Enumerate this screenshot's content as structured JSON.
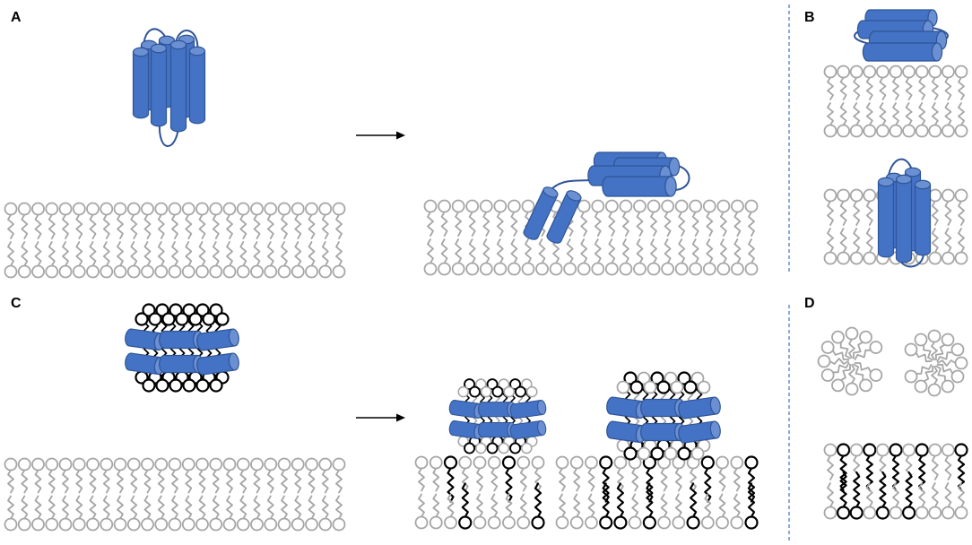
{
  "panels": {
    "a": {
      "label": "A"
    },
    "b": {
      "label": "B"
    },
    "c": {
      "label": "C"
    },
    "d": {
      "label": "D"
    }
  },
  "colors": {
    "protein": "#4472C4",
    "protein_light": "#6A8FD3",
    "protein_edge": "#2F5597",
    "lipid_gray": "#A6A6A6",
    "lipid_black": "#000000",
    "divider": "#4472C4",
    "arrow": "#000000"
  }
}
